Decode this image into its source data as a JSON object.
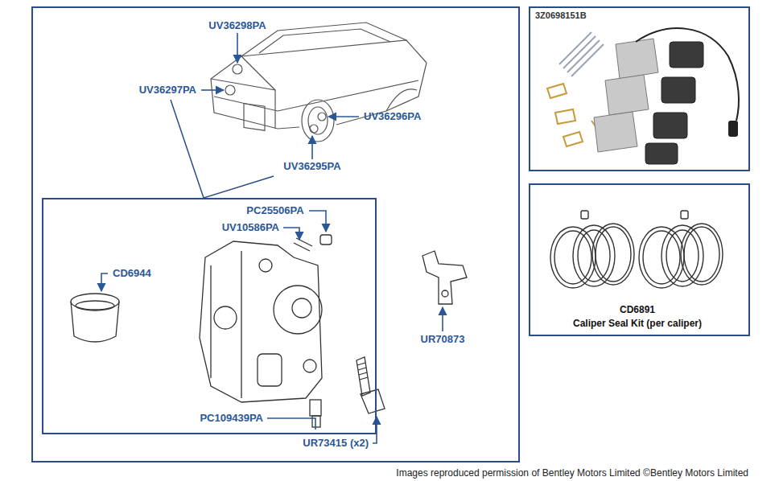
{
  "diagram": {
    "nodes": [
      {
        "text": [
          "UV36298PA",
          "UV36297PA",
          "UV36296PA",
          "UV36295PA",
          "UR70873",
          "UR73415 (x2)"
        ]
      },
      {
        "text": [
          "PC25506PA",
          "UV10586PA",
          "CD6944",
          "PC109439PA"
        ],
        "in": 0
      },
      {
        "text": [
          "3Z0698151B"
        ]
      },
      {
        "text": [
          "CD6891",
          "Caliper Seal Kit (per caliper)"
        ]
      }
    ],
    "labels": [
      "Images reproduced permission of Bentley Motors Limited ©Bentley Motors Limited"
    ]
  }
}
